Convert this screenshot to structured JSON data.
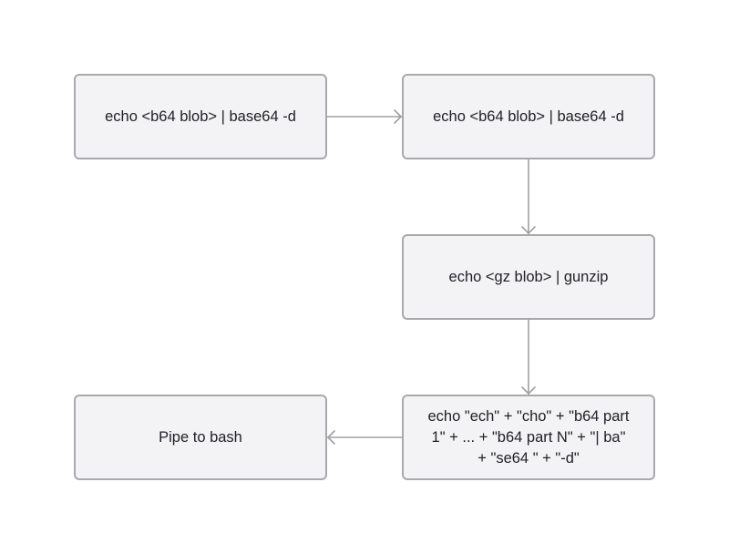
{
  "diagram": {
    "type": "flowchart",
    "colors": {
      "background": "#ffffff",
      "node_fill": "#f3f3f5",
      "node_border": "#a9a9ad",
      "edge": "#a0a0a4",
      "text": "#222226"
    },
    "nodes": [
      {
        "id": "n1",
        "label": "echo <b64 blob> | base64 -d"
      },
      {
        "id": "n2",
        "label": "echo <b64 blob> | base64 -d"
      },
      {
        "id": "n3",
        "label": "echo <gz blob> | gunzip"
      },
      {
        "id": "n4",
        "label": "echo \"ech\" + \"cho\" + \"b64 part 1\" + ... + \"b64 part N\" + \"| ba\" + \"se64 \" + \"-d\""
      },
      {
        "id": "n5",
        "label": "Pipe to bash"
      }
    ],
    "edges": [
      {
        "from": "n1",
        "to": "n2"
      },
      {
        "from": "n2",
        "to": "n3"
      },
      {
        "from": "n3",
        "to": "n4"
      },
      {
        "from": "n4",
        "to": "n5"
      }
    ]
  }
}
